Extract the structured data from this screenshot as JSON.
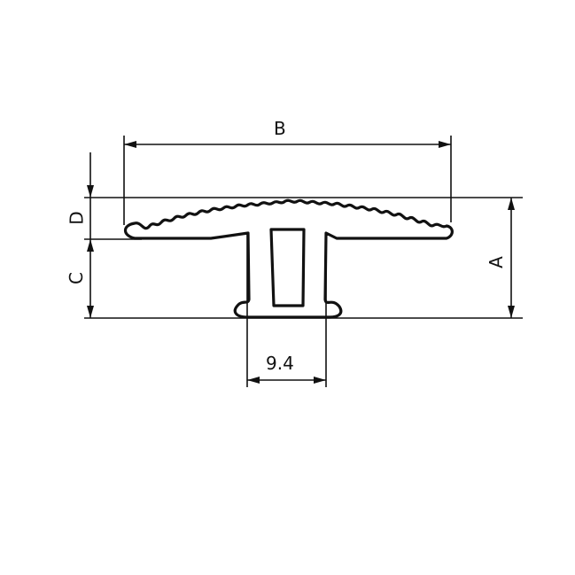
{
  "drawing": {
    "type": "profile cross-section dimension drawing",
    "line_color": "#111111",
    "background": "#ffffff"
  },
  "dimensions": {
    "A": {
      "label": "A",
      "orientation": "vertical",
      "side": "right"
    },
    "B": {
      "label": "B",
      "orientation": "horizontal",
      "side": "top"
    },
    "C": {
      "label": "C",
      "orientation": "vertical",
      "side": "left-lower"
    },
    "D": {
      "label": "D",
      "orientation": "vertical",
      "side": "left-upper"
    },
    "stem_width": {
      "label": "9.4",
      "orientation": "horizontal",
      "side": "bottom"
    }
  }
}
